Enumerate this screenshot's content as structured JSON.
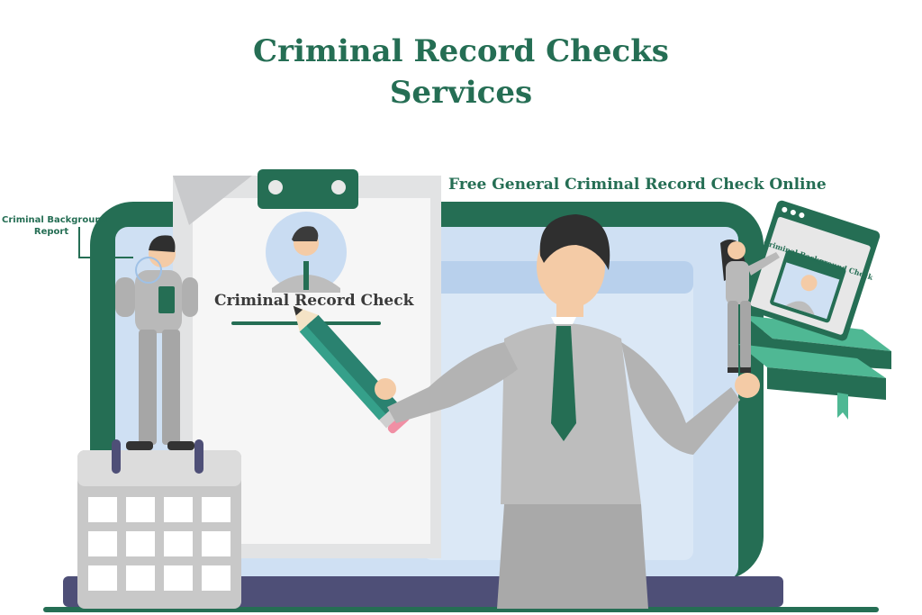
{
  "colors": {
    "brand_green": "#256e54",
    "accent_mint": "#4fb894",
    "screen_blue": "#cfe0f3",
    "laptop_base": "#4e4f77",
    "suit_gray": "#b9b9b9",
    "paper": "#f5f5f5"
  },
  "title": {
    "line1": "Criminal Record Checks",
    "line2": "Services"
  },
  "labels": {
    "online_check": "Free General Criminal Record Check Online",
    "document_title": "Criminal Record Check",
    "background_report_line1": "Criminal Background",
    "background_report_line2": "Report",
    "card_caption": "Criminal Background Check"
  },
  "icons": [
    "calendar-icon",
    "pencil-icon",
    "books-icon",
    "profile-avatar-icon",
    "browser-card-icon"
  ]
}
